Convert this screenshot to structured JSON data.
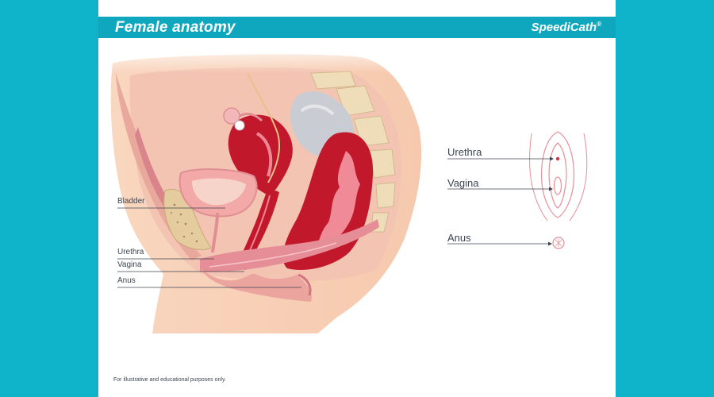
{
  "header": {
    "title": "Female anatomy",
    "brand": "SpeediCath",
    "brand_mark": "®"
  },
  "side_view": {
    "labels": {
      "bladder": "Bladder",
      "urethra": "Urethra",
      "vagina": "Vagina",
      "anus": "Anus"
    }
  },
  "external_view": {
    "labels": {
      "urethra": "Urethra",
      "vagina": "Vagina",
      "anus": "Anus"
    }
  },
  "footnote": "For illustrative and educational purposes only.",
  "colors": {
    "page_background": "#0fb4cb",
    "header_band": "#0fa7bd",
    "skin": "#f7d1b8",
    "organ_red": "#c2182c",
    "bowel_gray": "#c9ccd3",
    "outline_pink": "#e78f98",
    "label_text": "#3b4450"
  }
}
